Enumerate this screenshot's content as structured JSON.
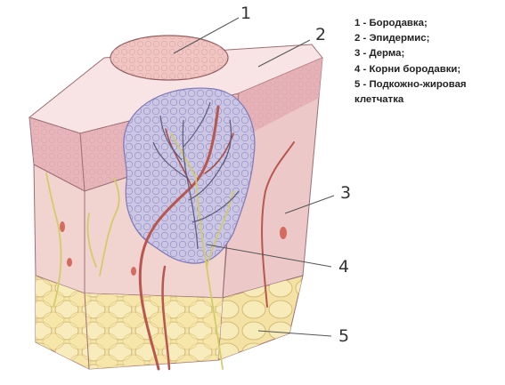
{
  "callouts": [
    "1",
    "2",
    "3",
    "4",
    "5"
  ],
  "legend": [
    "1 - Бородавка;",
    "2 - Эпидермис;",
    "3 - Дерма;",
    "4 - Корни бородавки;",
    "5 - Подкожно-жировая клетчатка"
  ],
  "colors": {
    "wart": "#f2c8c4",
    "epidermis": "#f4dde0",
    "dermis": "#f0d2d0",
    "roots": "#c9c4e2",
    "fat": "#f6e7ae",
    "vessel": "#b8574f",
    "nerve": "#d9d27a",
    "callout_line": "#555555"
  }
}
